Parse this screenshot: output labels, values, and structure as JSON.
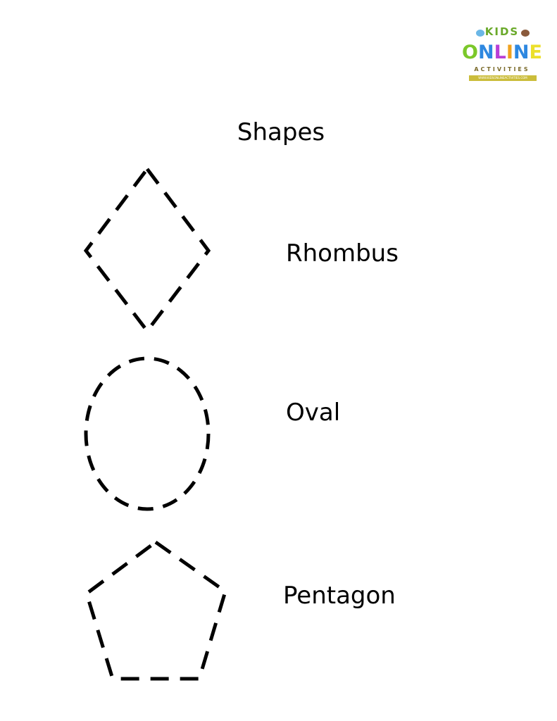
{
  "logo": {
    "kids": "KIDS",
    "online_letters": [
      "O",
      "N",
      "L",
      "I",
      "N",
      "E"
    ],
    "online_colors": [
      "#7bc82a",
      "#2e88e0",
      "#b93fd6",
      "#f0a21e",
      "#2e88e0",
      "#ece02c"
    ],
    "kids_color": "#6aa92a",
    "activities": "ACTIVITIES",
    "url": "WWW.KIDSONLINEACTIVITIES.COM"
  },
  "title": "Shapes",
  "shapes": [
    {
      "name": "rhombus",
      "label": "Rhombus"
    },
    {
      "name": "oval",
      "label": "Oval"
    },
    {
      "name": "pentagon",
      "label": "Pentagon"
    }
  ],
  "style": {
    "stroke_color": "#000000",
    "dash_style": "dashed"
  }
}
